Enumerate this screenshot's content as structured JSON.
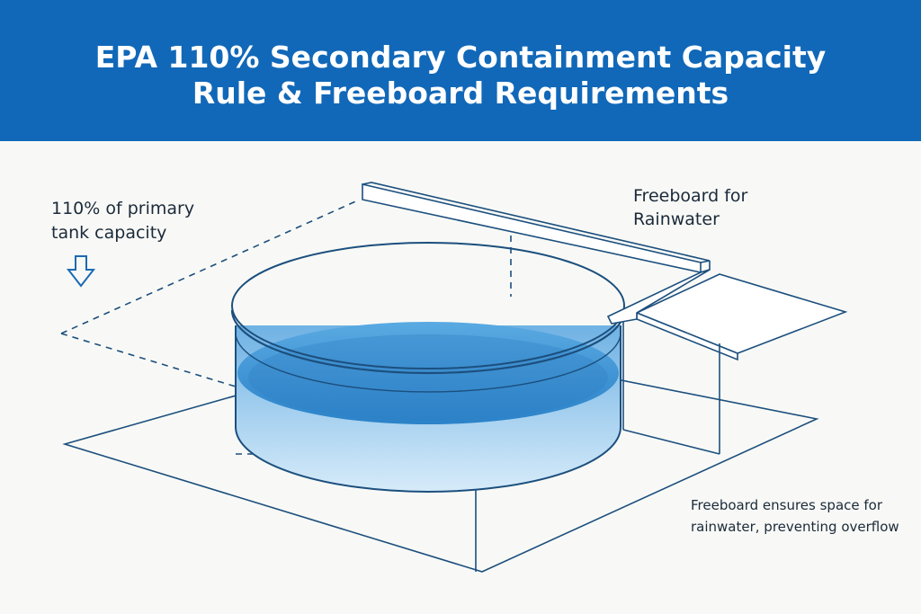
{
  "header": {
    "title_line1": "EPA 110% Secondary Containment Capacity",
    "title_line2": "Rule & Freeboard Requirements",
    "background_color": "#1168b8"
  },
  "labels": {
    "capacity_line1": "110% of primary",
    "capacity_line2": "tank capacity",
    "freeboard_line1": "Freeboard for",
    "freeboard_line2": "Rainwater",
    "note_line1": "Freeboard ensures space for",
    "note_line2": "rainwater, preventing overflow"
  },
  "icons": {
    "capacity_arrow": "down-arrow-outline-icon"
  },
  "colors": {
    "line": "#1c4f7e",
    "water_surface": "#3d95d6",
    "water_body": "#aed4f0"
  }
}
